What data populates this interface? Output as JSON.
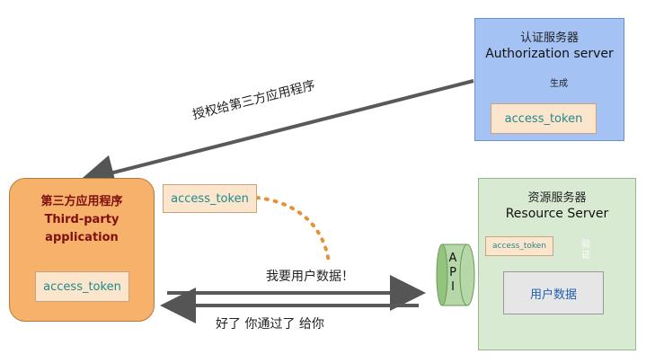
{
  "auth_server": {
    "title_cn": "认证服务器",
    "title_en": "Authorization server",
    "generate": "生成",
    "token": "access_token"
  },
  "grant_label": "授权给第三方应用程序",
  "app": {
    "title_cn": "第三方应用程序",
    "title_en_line1": "Third-party",
    "title_en_line2": "application",
    "token": "access_token"
  },
  "floating_token": "access_token",
  "resource_server": {
    "title_cn": "资源服务器",
    "title_en": "Resource Server",
    "token": "access_token",
    "verify": "验证",
    "user_data": "用户数据"
  },
  "api": {
    "letters": [
      "A",
      "P",
      "I"
    ]
  },
  "request_label": "我要用户数据！",
  "response_label": "好了 你通过了 给你",
  "colors": {
    "auth_fill": "#a4c2f4",
    "resource_fill": "#d9ead3",
    "app_fill": "#f6b26b",
    "token_fill": "#fce5cd",
    "api_fill": "#b6d7a8",
    "verify_burst": "#e06666",
    "dots": "#e69138"
  }
}
